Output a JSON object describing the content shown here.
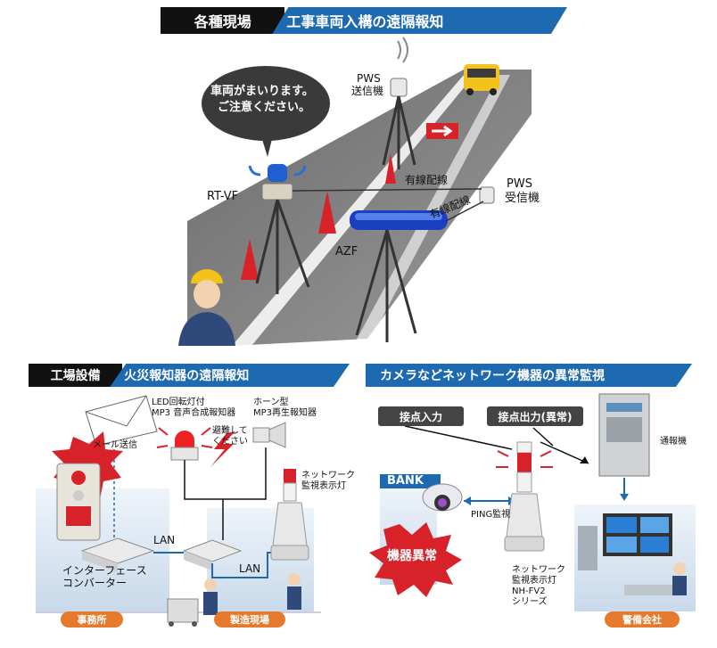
{
  "top": {
    "header_left": "各種現場",
    "header_right": "工事車両入構の遠隔報知",
    "bubble_line1": "車両がまいります。",
    "bubble_line2": "ご注意ください。",
    "pws_tx_line1": "PWS",
    "pws_tx_line2": "送信機",
    "pws_rx_line1": "PWS",
    "pws_rx_line2": "受信機",
    "rtvf": "RT-VF",
    "azf": "AZF",
    "wired1": "有線配線",
    "wired2": "有線配線"
  },
  "bottom_left": {
    "header_left": "工場設備",
    "header_right": "火災報知器の遠隔報知",
    "led_line1": "LED回転灯付",
    "led_line2": "MP3 音声合成報知器",
    "horn_line1": "ホーン型",
    "horn_line2": "MP3再生報知器",
    "evac_line1": "避難して",
    "evac_line2": "ください",
    "mail": "メール送信",
    "tower_line1": "ネットワーク",
    "tower_line2": "監視表示灯",
    "lan1": "LAN",
    "lan2": "LAN",
    "conv_line1": "インターフェース",
    "conv_line2": "コンバーター",
    "office": "事務所",
    "factory": "製造現場"
  },
  "bottom_right": {
    "header": "カメラなどネットワーク機器の異常監視",
    "contact_in": "接点入力",
    "contact_out": "接点出力(異常)",
    "annunciator": "通報機",
    "bank": "BANK",
    "ping": "PING監視",
    "error": "機器異常",
    "nh_line1": "ネットワーク",
    "nh_line2": "監視表示灯",
    "nh_line3": "NH-FV2",
    "nh_line4": "シリーズ",
    "security": "警備会社"
  }
}
